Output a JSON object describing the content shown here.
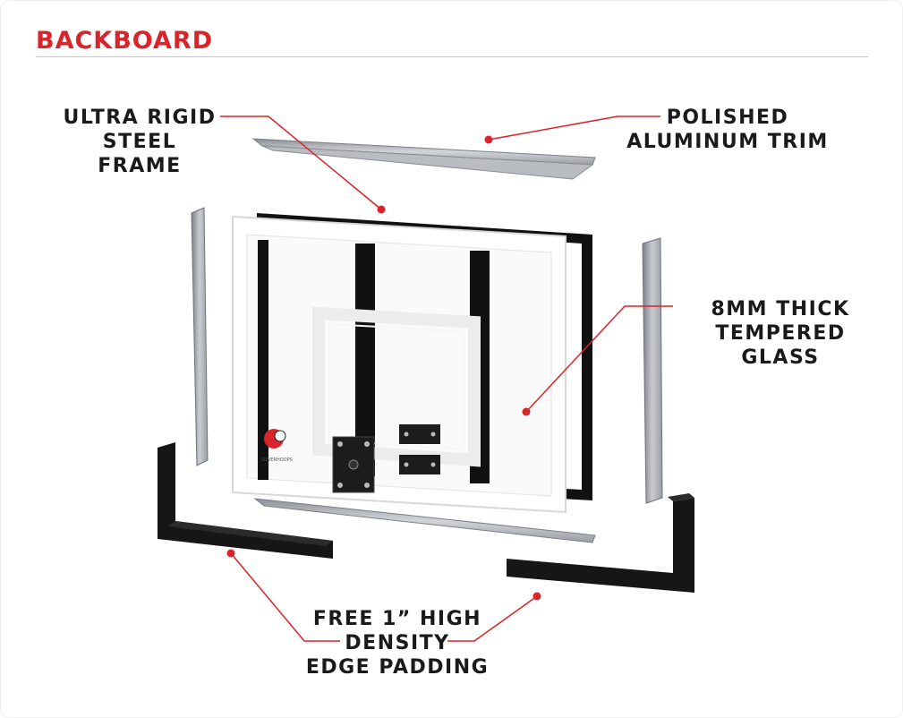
{
  "title": "BACKBOARD",
  "accent_color": "#d8242b",
  "callouts": {
    "steel_frame": {
      "line1": "ULTRA RIGID",
      "line2": "STEEL FRAME"
    },
    "aluminum_trim": {
      "line1": "POLISHED",
      "line2": "ALUMINUM TRIM"
    },
    "glass": {
      "line1": "8MM THICK",
      "line2": "TEMPERED GLASS"
    },
    "padding": {
      "line1": "FREE 1” HIGH",
      "line2": "DENSITY",
      "line3": "EDGE PADDING"
    }
  },
  "logo_text": "SILVERHOOPS"
}
